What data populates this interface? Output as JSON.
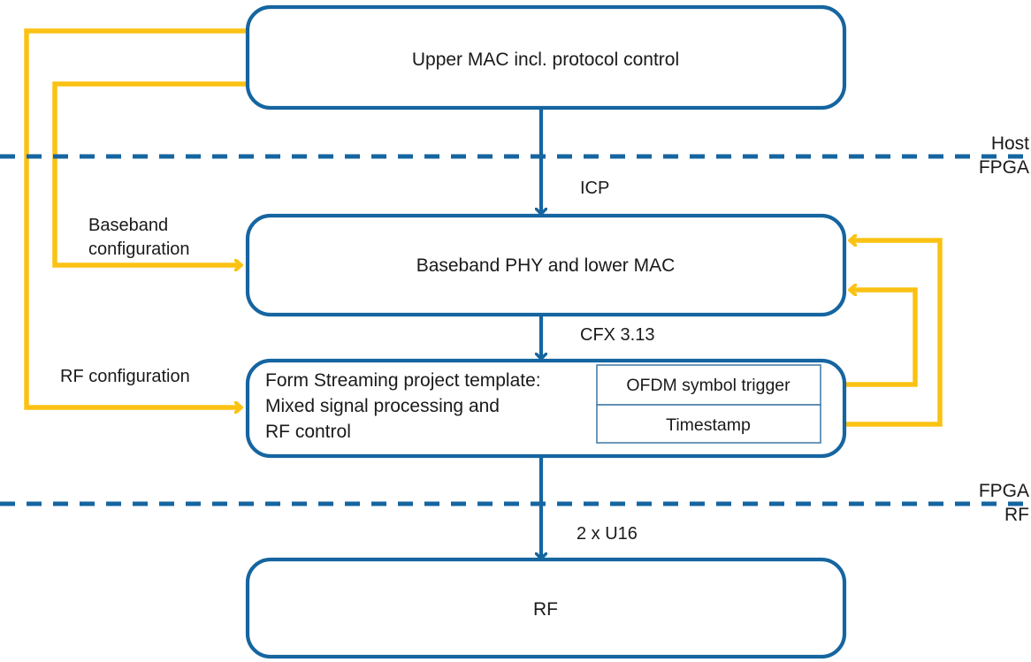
{
  "colors": {
    "blue": "#1565A0",
    "yellow": "#FBC214",
    "thin_blue": "#4A7FA8",
    "text": "#1a1a1a",
    "background": "#ffffff"
  },
  "blocks": {
    "upper_mac": "Upper MAC incl. protocol control",
    "baseband_phy": "Baseband PHY and lower MAC",
    "form_streaming_line1": "Form Streaming project template:",
    "form_streaming_line2": "Mixed signal processing and",
    "form_streaming_line3": "RF control",
    "rf": "RF"
  },
  "sub_blocks": {
    "ofdm_trigger": "OFDM symbol trigger",
    "timestamp": "Timestamp"
  },
  "edge_labels": {
    "icp": "ICP",
    "cfx": "CFX 3.13",
    "u16": "2 x U16"
  },
  "dividers": {
    "upper_above": "Host",
    "upper_below": "FPGA",
    "lower_above": "FPGA",
    "lower_below": "RF"
  },
  "config_labels": {
    "baseband_line1": "Baseband",
    "baseband_line2": "configuration",
    "rf_config": "RF configuration"
  }
}
